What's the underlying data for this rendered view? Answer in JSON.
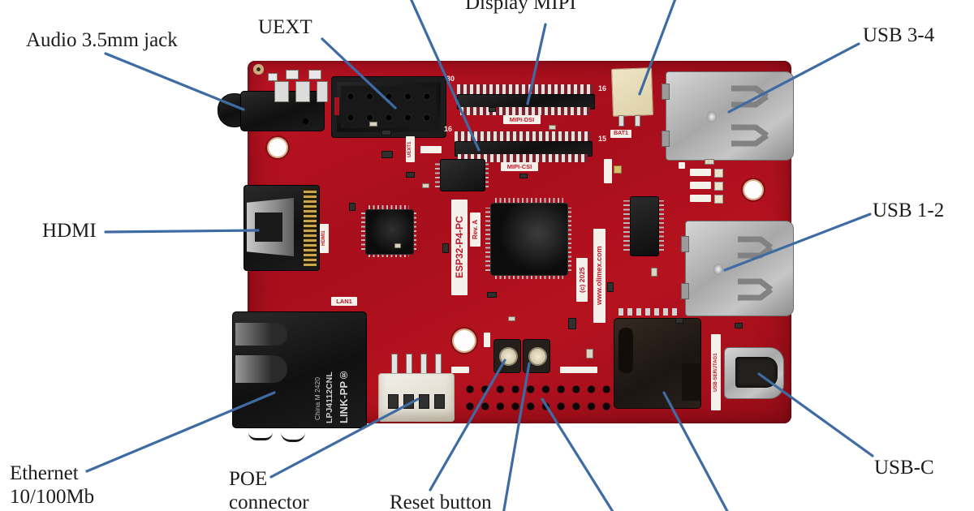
{
  "colors": {
    "leader": "#3e6ba3",
    "label_text": "#1c1c1c",
    "pcb": "#b11120",
    "silk": "#c0182a",
    "metal": "#b9b9b9",
    "cream": "#e9ddba"
  },
  "labels": {
    "audio": "Audio 3.5mm jack",
    "uext": "UEXT",
    "display_mipi": "Display MIPI",
    "usb34": "USB 3-4",
    "hdmi": "HDMI",
    "usb12": "USB 1-2",
    "ethernet_1": "Ethernet",
    "ethernet_2": "10/100Mb",
    "poe_1": "POE",
    "poe_2": "connector",
    "reset": "Reset button",
    "usbc": "USB-C"
  },
  "board": {
    "silkscreen": {
      "name": "ESP32-P4-PC",
      "rev": "Rev. A",
      "copyright": "(c) 2025",
      "url": "www.olimex.com",
      "mipi_dsi": "MIPI-DSI",
      "mipi_csi": "MIPI-CSI",
      "uext_ref": "UEXT1",
      "bat_ref": "BAT1",
      "lan_ref": "LAN1",
      "hdmi_ref": "HDMI1",
      "usb_jtag_ref": "USB-SER/JTAG1",
      "pin_30": "30",
      "pin_16a": "16",
      "pin_16b": "16",
      "pin_15": "15"
    },
    "ethernet_jack": {
      "brand": "LINK-PP®",
      "part": "LPJ4112CNL",
      "origin": "China M 2420"
    }
  },
  "leader_lines": [
    {
      "name": "lead-audio-jack",
      "points": [
        130,
        66,
        300,
        135
      ]
    },
    {
      "name": "lead-uext",
      "points": [
        397,
        48,
        487,
        133
      ]
    },
    {
      "name": "lead-camera-mipi-offscreen",
      "points": [
        505,
        -4,
        590,
        185
      ]
    },
    {
      "name": "lead-display-mipi",
      "points": [
        672,
        30,
        650,
        128
      ]
    },
    {
      "name": "lead-battery-offscreen",
      "points": [
        833,
        -4,
        788,
        116
      ]
    },
    {
      "name": "lead-usb-3-4",
      "points": [
        1058,
        54,
        898,
        138
      ]
    },
    {
      "name": "lead-hdmi",
      "points": [
        130,
        286,
        318,
        284
      ]
    },
    {
      "name": "lead-usb-1-2",
      "points": [
        1072,
        264,
        893,
        333
      ]
    },
    {
      "name": "lead-ethernet",
      "points": [
        107,
        581,
        338,
        484
      ]
    },
    {
      "name": "lead-poe",
      "points": [
        334,
        588,
        515,
        492
      ]
    },
    {
      "name": "lead-reset-button",
      "points": [
        530,
        604,
        622,
        444
      ]
    },
    {
      "name": "lead-boot-offscreen",
      "points": [
        652,
        448,
        620,
        634
      ]
    },
    {
      "name": "lead-gpio-offscreen",
      "points": [
        668,
        492,
        757,
        634
      ]
    },
    {
      "name": "lead-microsd-offscreen",
      "points": [
        818,
        484,
        898,
        634
      ]
    },
    {
      "name": "lead-usb-c",
      "points": [
        935,
        461,
        1075,
        562
      ]
    }
  ]
}
